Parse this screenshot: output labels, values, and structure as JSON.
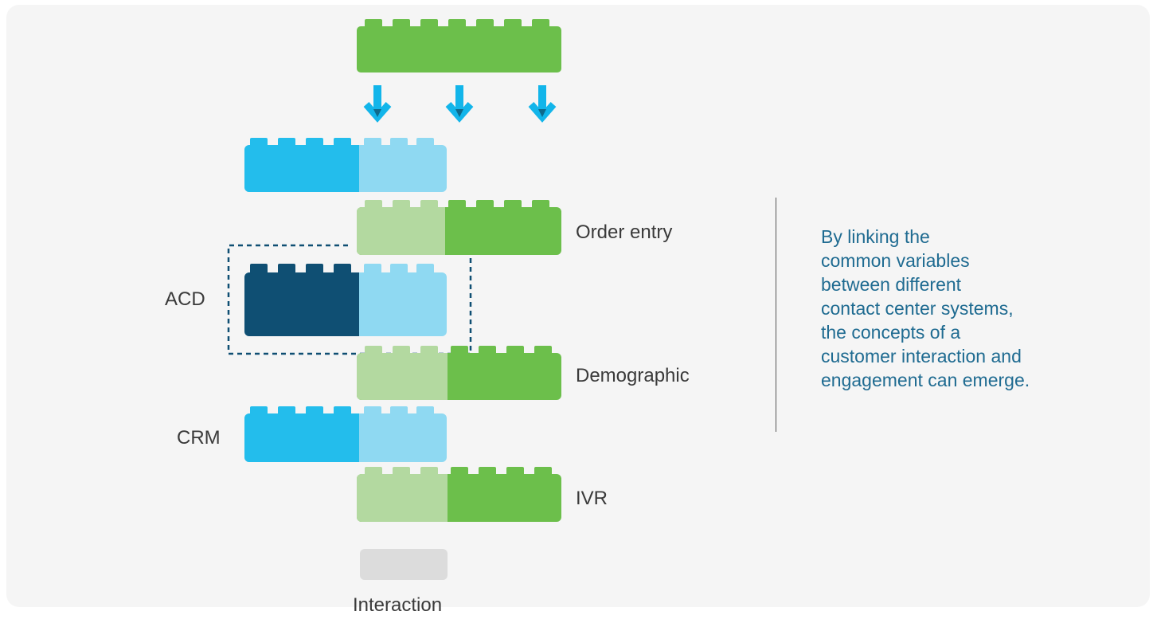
{
  "labels": {
    "order_entry": "Order entry",
    "acd": "ACD",
    "demographic": "Demographic",
    "crm": "CRM",
    "ivr": "IVR",
    "interaction": "Interaction"
  },
  "caption_lines": [
    "By linking the",
    "common variables",
    "between different",
    "contact center systems,",
    "the concepts of a",
    "customer interaction and",
    "engagement can emerge."
  ],
  "colors": {
    "green": "#6cbf4b",
    "light_green": "#b3d9a0",
    "blue": "#23bdec",
    "light_blue": "#8fd9f2",
    "dark_blue": "#0f4f73",
    "gray": "#dcdcdc",
    "arrow": "#12b5ea",
    "caption": "#1f6b91",
    "background": "#f5f5f5"
  }
}
